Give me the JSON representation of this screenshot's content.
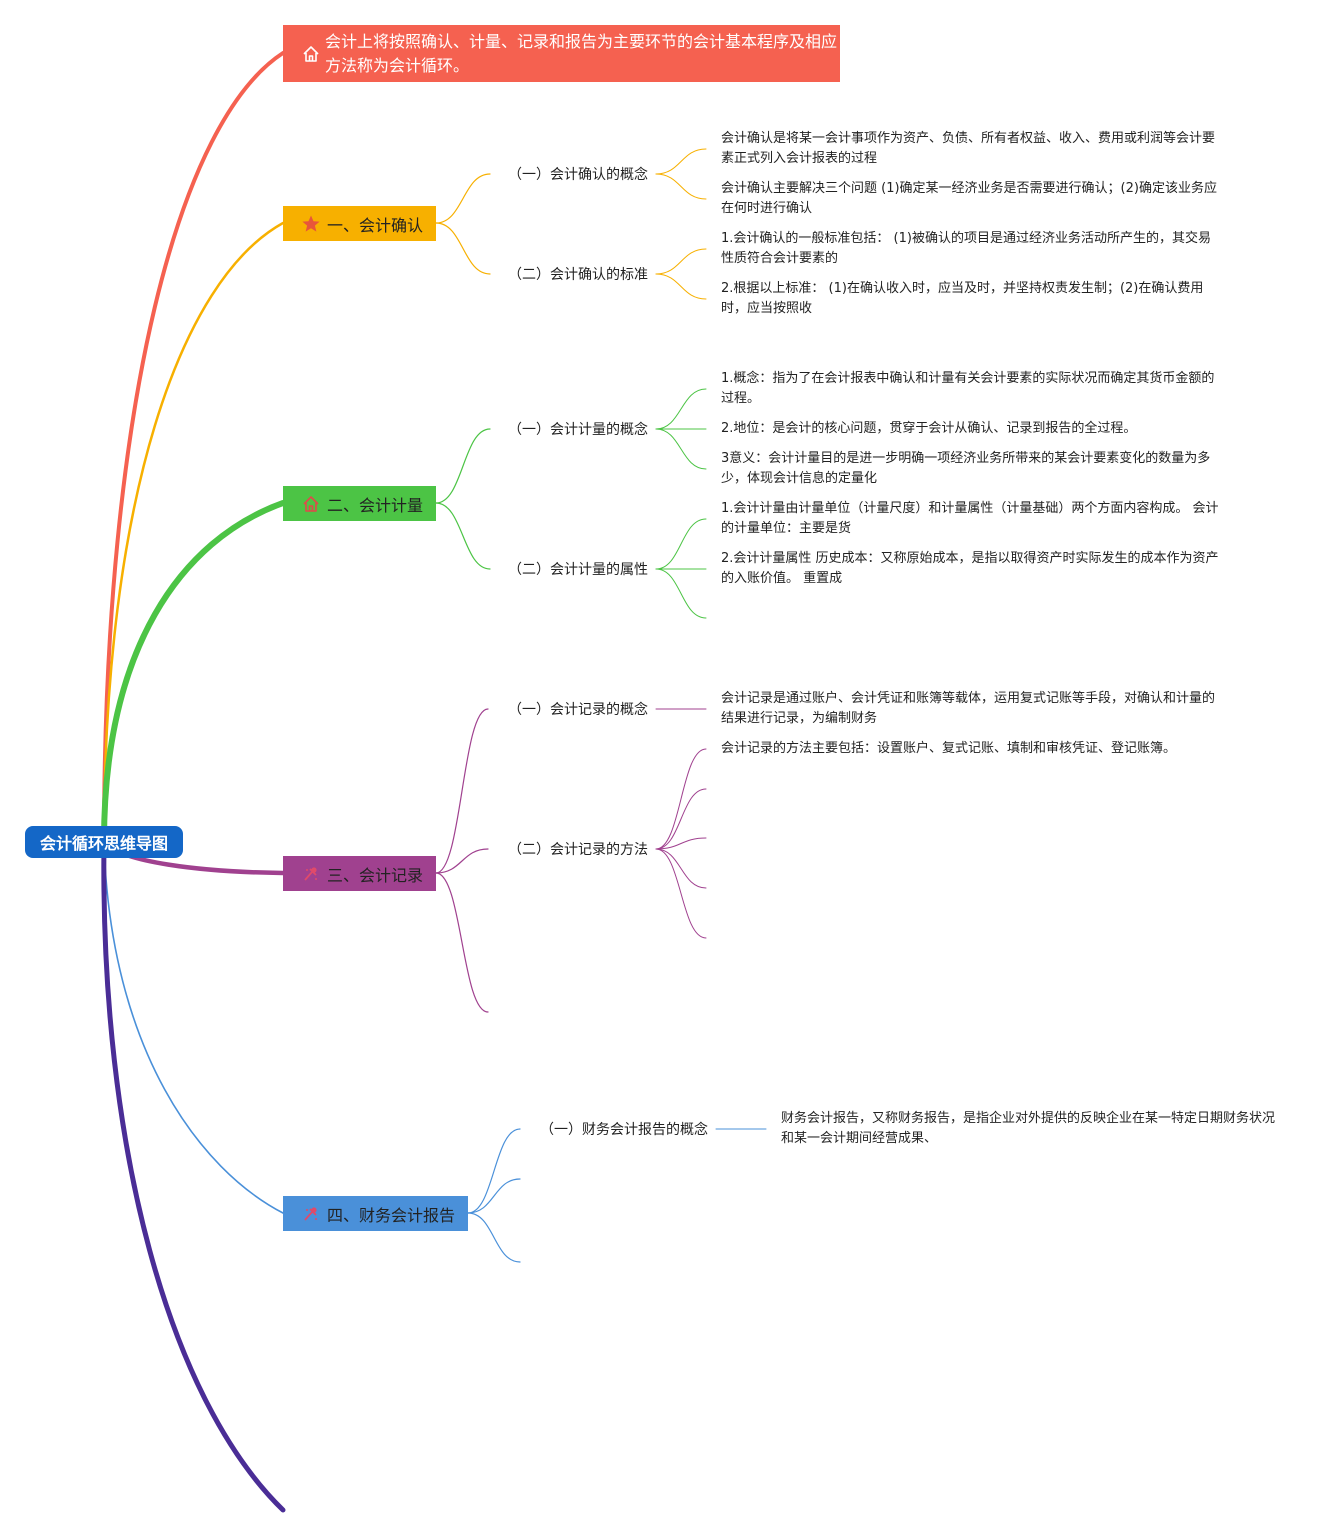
{
  "root": {
    "label": "会计循环思维导图",
    "color": "#1467c7"
  },
  "definition": {
    "text": "会计上将按照确认、计量、记录和报告为主要环节的会计基本程序及相应方法称为会计循环。",
    "color": "#f56150",
    "icon": "home-icon"
  },
  "branches": [
    {
      "label": "一、会计确认",
      "color": "#f7b000",
      "icon": "star-icon",
      "subs": [
        {
          "label": "（一）会计确认的概念",
          "leaves": [
            "会计确认是将某一会计事项作为资产、负债、所有者权益、收入、费用或利润等会计要素正式列入会计报表的过程",
            "会计确认主要解决三个问题 (1)确定某一经济业务是否需要进行确认；(2)确定该业务应在何时进行确认"
          ]
        },
        {
          "label": "（二）会计确认的标准",
          "leaves": [
            "1.会计确认的一般标准包括： (1)被确认的项目是通过经济业务活动所产生的，其交易性质符合会计要素的",
            "2.根据以上标准： (1)在确认收入时，应当及时，并坚持权责发生制；(2)在确认费用时，应当按照收"
          ]
        }
      ]
    },
    {
      "label": "二、会计计量",
      "color": "#4cc445",
      "icon": "home-icon",
      "subs": [
        {
          "label": "（一）会计计量的概念",
          "leaves": [
            "1.概念：指为了在会计报表中确认和计量有关会计要素的实际状况而确定其货币金额的过程。",
            "2.地位：是会计的核心问题，贯穿于会计从确认、记录到报告的全过程。",
            "3意义：会计计量目的是进一步明确一项经济业务所带来的某会计要素变化的数量为多少，体现会计信息的定量化"
          ]
        },
        {
          "label": "（二）会计计量的属性",
          "leaves": [
            "1.会计计量由计量单位（计量尺度）和计量属性（计量基础）两个方面内容构成。 会计的计量单位：主要是货",
            "2.会计计量属性 历史成本：又称原始成本，是指以取得资产时实际发生的成本作为资产的入账价值。 重置成"
          ]
        }
      ]
    },
    {
      "label": "三、会计记录",
      "color": "#a0418f",
      "icon": "pin-icon",
      "subs": [
        {
          "label": "（一）会计记录的概念",
          "leaves": [
            "会计记录是通过账户、会计凭证和账簿等载体，运用复式记账等手段，对确认和计量的结果进行记录，为编制财务"
          ]
        },
        {
          "label": "（二）会计记录的方法",
          "leaves": [
            "会计记录的方法主要包括：设置账户、复式记账、填制和审核凭证、登记账簿。"
          ]
        }
      ]
    },
    {
      "label": "四、财务会计报告",
      "color": "#4a90d9",
      "icon": "pin-icon",
      "subs": [
        {
          "label": "（一）财务会计报告的概念",
          "leaves": [
            "财务会计报告，又称财务报告，是指企业对外提供的反映企业在某一特定日期财务状况和某一会计期间经营成果、"
          ]
        }
      ]
    }
  ],
  "extra_branch": {
    "color": "#4a2d96"
  }
}
